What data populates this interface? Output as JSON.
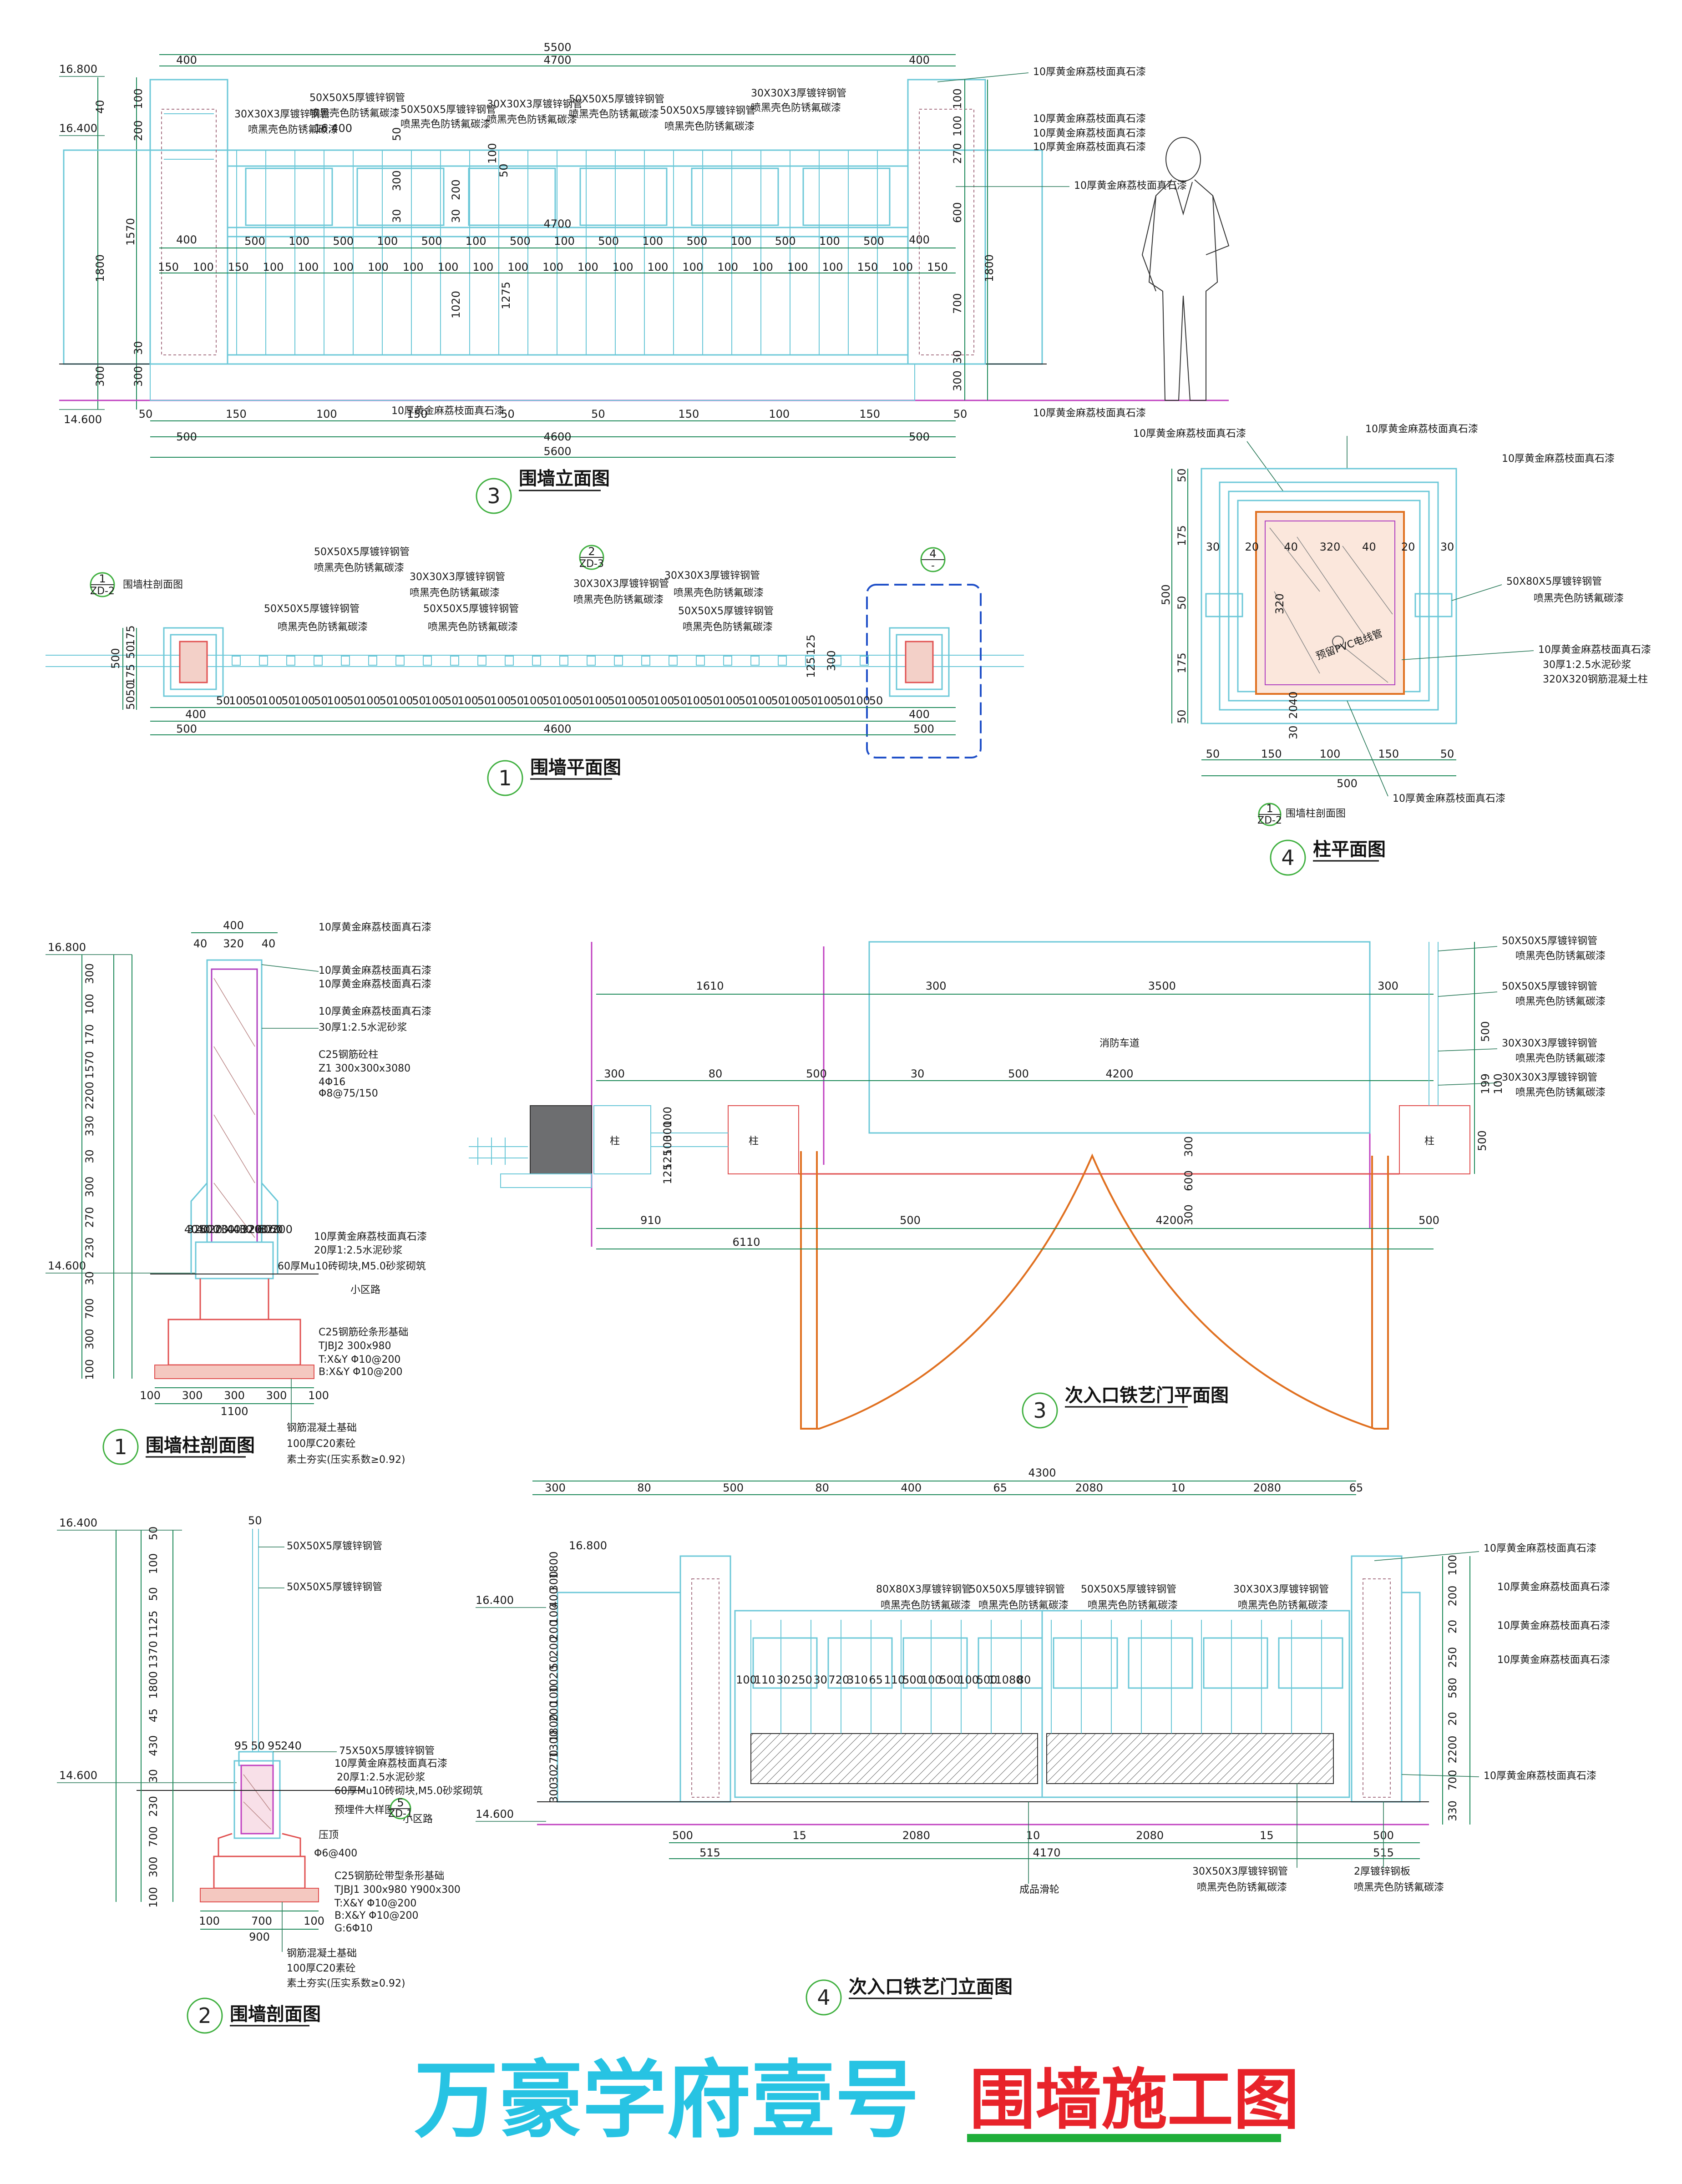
{
  "title": {
    "project": "万豪学府壹号",
    "subject": "围墙施工图",
    "project_color": "#27c3e3",
    "subject_color": "#e8232a",
    "underline_color": "#1fae3a"
  },
  "views": {
    "elev": {
      "num": "3",
      "label": "围墙立面图",
      "total_top": "5500",
      "seg_400a": "400",
      "seg_4700": "4700",
      "seg_400b": "400",
      "inner_4700": "4700",
      "mid_400": "400",
      "mid_400b": "400",
      "el_top": "16.800",
      "el_mid": "16.400",
      "el_mid2": "16.400",
      "el_bot": "14.600",
      "left_dims": [
        "40",
        "100",
        "200",
        "1570",
        "1800",
        "30",
        "300",
        "300"
      ],
      "right_dims": [
        "100",
        "100",
        "270",
        "600",
        "1800",
        "700",
        "30",
        "300"
      ],
      "mid_vert": [
        "50",
        "300",
        "30",
        "200",
        "30",
        "100",
        "50",
        "1020",
        "1275"
      ],
      "row_a": [
        "500",
        "100",
        "500",
        "100",
        "500",
        "100",
        "500",
        "100",
        "500",
        "100",
        "500",
        "100",
        "500",
        "100",
        "500"
      ],
      "row_b": [
        "150",
        "100",
        "150",
        "100",
        "100",
        "100",
        "100",
        "100",
        "100",
        "100",
        "100",
        "100",
        "100",
        "100",
        "100",
        "100",
        "100",
        "100",
        "100",
        "100",
        "150",
        "100",
        "150"
      ],
      "bottom_small": [
        "50",
        "150",
        "100",
        "150",
        "50",
        "50",
        "150",
        "100",
        "150",
        "50"
      ],
      "bot_500a": "500",
      "bot_4600": "4600",
      "bot_500b": "500",
      "bot_5600": "5600",
      "labels": [
        "30X30X3厚镀锌钢管",
        "喷黑壳色防锈氟碳漆",
        "50X50X5厚镀锌钢管",
        "喷黑壳色防锈氟碳漆",
        "50X50X5厚镀锌钢管",
        "喷黑壳色防锈氟碳漆",
        "30X30X3厚镀锌钢管",
        "喷黑壳色防锈氟碳漆",
        "50X50X5厚镀锌钢管",
        "喷黑壳色防锈氟碳漆",
        "50X50X5厚镀锌钢管",
        "喷黑壳色防锈氟碳漆",
        "30X30X3厚镀锌钢管",
        "喷黑壳色防锈氟碳漆"
      ],
      "right_notes": [
        "10厚黄金麻荔枝面真石漆",
        "10厚黄金麻荔枝面真石漆",
        "10厚黄金麻荔枝面真石漆",
        "10厚黄金麻荔枝面真石漆",
        "10厚黄金麻荔枝面真石漆"
      ],
      "bottom_note": "10厚黄金麻荔枝面真石漆"
    },
    "plan": {
      "num": "1",
      "label": "围墙平面图",
      "ref1": "1",
      "ref1s": "ZD-2",
      "ref1_note": "围墙柱剖面图",
      "ref2": "2",
      "ref2s": "ZD-3",
      "ref4": "4",
      "ref4s": "-",
      "labels": [
        "50X50X5厚镀锌钢管",
        "喷黑壳色防锈氟碳漆",
        "30X30X3厚镀锌钢管",
        "喷黑壳色防锈氟碳漆",
        "50X50X5厚镀锌钢管",
        "喷黑壳色防锈氟碳漆",
        "50X50X5厚镀锌钢管",
        "喷黑壳色防锈氟碳漆",
        "30X30X3厚镀锌钢管",
        "喷黑壳色防锈氟碳漆",
        "50X50X5厚镀锌钢管",
        "喷黑壳色防锈氟碳漆"
      ],
      "left_dims": [
        "175",
        "50",
        "175",
        "50",
        "500",
        "50"
      ],
      "right_dims": [
        "125",
        "125",
        "300"
      ],
      "row_small": [
        "50",
        "100",
        "50",
        "100",
        "50",
        "100",
        "50",
        "100",
        "50",
        "100",
        "50",
        "100",
        "50",
        "100",
        "50",
        "100",
        "50",
        "100",
        "50",
        "100",
        "50",
        "100",
        "50",
        "100",
        "50",
        "100",
        "50",
        "100",
        "50",
        "100",
        "50",
        "100",
        "50",
        "100",
        "50",
        "100",
        "50",
        "100",
        "50",
        "100",
        "50"
      ],
      "d400a": "400",
      "d400b": "400",
      "d500a": "500",
      "d4600": "4600",
      "d500b": "500"
    },
    "colplan": {
      "num": "4",
      "label": "柱平面图",
      "top_note": "10厚黄金麻荔枝面真石漆",
      "top_note2": "10厚黄金麻荔枝面真石漆",
      "top_note3": "10厚黄金麻荔枝面真石漆",
      "pvc": "预留PVC电线管",
      "right_notes": [
        "50X80X5厚镀锌钢管",
        "喷黑壳色防锈氟碳漆",
        "10厚黄金麻荔枝面真石漆",
        "30厚1:2.5水泥砂浆",
        "320X320钢筋混凝土柱"
      ],
      "bottom_note": "10厚黄金麻荔枝面真石漆",
      "ref": "1",
      "refs": "ZD-2",
      "ref_note": "围墙柱剖面图",
      "top_dims": [
        "30",
        "20",
        "40",
        "320",
        "40",
        "20",
        "30"
      ],
      "top_dims2": [
        "40",
        "20",
        "30"
      ],
      "left_dims": [
        "50",
        "175",
        "500",
        "50",
        "175",
        "50"
      ],
      "inner_v": [
        "320",
        "30",
        "20",
        "40"
      ],
      "bot_dims": [
        "50",
        "150",
        "100",
        "150",
        "50"
      ],
      "bot_500": "500"
    },
    "colsec": {
      "num": "1",
      "label": "围墙柱剖面图",
      "el_top": "16.800",
      "el_bot": "14.600",
      "top": [
        "400",
        "40",
        "320",
        "40"
      ],
      "left": [
        "300",
        "100",
        "170",
        "1570",
        "2200",
        "330",
        "30",
        "300",
        "270",
        "230",
        "30",
        "700",
        "300",
        "100"
      ],
      "notes": [
        "10厚黄金麻荔枝面真石漆",
        "10厚黄金麻荔枝面真石漆",
        "10厚黄金麻荔枝面真石漆",
        "10厚黄金麻荔枝面真石漆",
        "30厚1:2.5水泥砂浆",
        "C25钢筋砼柱",
        "Z1 300x300x3080",
        "4Φ16",
        "Φ8@75/150",
        "10厚黄金麻荔枝面真石漆",
        "20厚1:2.5水泥砂浆",
        "60厚Mu10砖砌块,M5.0砂浆砌筑",
        "小区路",
        "C25钢筋砼条形基础",
        "TJBJ2 300x980",
        "T:X&Y Φ10@200",
        "B:X&Y Φ10@200",
        "钢筋混凝土基础",
        "100厚C20素砼",
        "素土夯实(压实系数≥0.92)"
      ],
      "mid": [
        "40",
        "320",
        "40",
        "500",
        "20",
        "20",
        "30",
        "40",
        "40",
        "30",
        "320",
        "200",
        "60",
        "320",
        "60",
        "200"
      ],
      "bot": [
        "100",
        "300",
        "300",
        "300",
        "100"
      ],
      "bot_total": "1100"
    },
    "gateplan": {
      "num": "3",
      "label": "次入口铁艺门平面图",
      "fire_lane": "消防车道",
      "pillar": "柱",
      "top": [
        "1610",
        "300",
        "3500",
        "300"
      ],
      "row2": [
        "300",
        "80",
        "500",
        "30",
        "500",
        "4200"
      ],
      "mid_v": [
        "100",
        "300",
        "100",
        "125",
        "125"
      ],
      "v_right": [
        "300",
        "600",
        "300"
      ],
      "bot": [
        "910",
        "500",
        "4200",
        "500"
      ],
      "bot_total": "6110",
      "right_v": [
        "500",
        "199",
        "100"
      ],
      "right_notes": [
        "50X50X5厚镀锌钢管",
        "喷黑壳色防锈氟碳漆",
        "50X50X5厚镀锌钢管",
        "喷黑壳色防锈氟碳漆",
        "30X30X3厚镀锌钢管",
        "喷黑壳色防锈氟碳漆",
        "30X30X3厚镀锌钢管",
        "喷黑壳色防锈氟碳漆"
      ],
      "right_v2": [
        "500",
        "300"
      ]
    },
    "wallsec": {
      "num": "2",
      "label": "围墙剖面图",
      "el_top": "16.400",
      "el_bot": "14.600",
      "left": [
        "50",
        "100",
        "50",
        "1125",
        "1370",
        "1800",
        "45",
        "430",
        "30",
        "230",
        "700",
        "300",
        "100"
      ],
      "top_v": "50",
      "notes": [
        "50X50X5厚镀锌钢管",
        "50X50X5厚镀锌钢管",
        "75X50X5厚镀锌钢管",
        "10厚黄金麻荔枝面真石漆",
        "20厚1:2.5水泥砂浆",
        "60厚Mu10砖砌块,M5.0砂浆砌筑",
        "预埋件大样图",
        "小区路",
        "压顶",
        "Φ6@400",
        "C25钢筋砼带型条形基础",
        "TJBJ1 300x980 Y900x300",
        "T:X&Y Φ10@200",
        "B:X&Y Φ10@200",
        "G:6Φ10",
        "钢筋混凝土基础",
        "100厚C20素砼",
        "素土夯实(压实系数≥0.92)"
      ],
      "ref": "5",
      "refs": "ZD-1",
      "mid": [
        "95",
        "50",
        "95",
        "240"
      ],
      "bot": [
        "100",
        "700",
        "100"
      ],
      "bot_total": "900"
    },
    "gateelev": {
      "num": "4",
      "label": "次入口铁艺门立面图",
      "top_total": "4300",
      "top": [
        "300",
        "80",
        "500",
        "80",
        "400",
        "65",
        "2080",
        "10",
        "2080",
        "65"
      ],
      "el_top": "16.800",
      "el_mid": "16.400",
      "el_bot": "14.600",
      "left": [
        "1800",
        "300",
        "400",
        "100",
        "200",
        "200",
        "50",
        "1020",
        "100",
        "200",
        "1800",
        "1300",
        "270",
        "30",
        "300"
      ],
      "inner": [
        "100",
        "110",
        "30",
        "250",
        "30",
        "720",
        "310",
        "65",
        "110",
        "500",
        "100",
        "500",
        "100",
        "500",
        "11080",
        "80"
      ],
      "right": [
        "100",
        "200",
        "20",
        "250",
        "580",
        "20",
        "2200",
        "700",
        "330"
      ],
      "labels": [
        "80X80X3厚镀锌钢管",
        "喷黑壳色防锈氟碳漆",
        "50X50X5厚镀锌钢管",
        "喷黑壳色防锈氟碳漆",
        "50X50X5厚镀锌钢管",
        "喷黑壳色防锈氟碳漆",
        "30X30X3厚镀锌钢管",
        "喷黑壳色防锈氟碳漆"
      ],
      "right_notes": [
        "10厚黄金麻荔枝面真石漆",
        "10厚黄金麻荔枝面真石漆",
        "10厚黄金麻荔枝面真石漆",
        "10厚黄金麻荔枝面真石漆",
        "10厚黄金麻荔枝面真石漆"
      ],
      "bot": [
        "500",
        "15",
        "2080",
        "10",
        "2080",
        "15",
        "500"
      ],
      "bot2": [
        "515",
        "4170",
        "515"
      ],
      "bottom_notes": [
        "成品滑轮",
        "30X50X3厚镀锌钢管",
        "喷黑壳色防锈氟碳漆",
        "2厚镀锌钢板",
        "喷黑壳色防锈氟碳漆"
      ]
    }
  }
}
